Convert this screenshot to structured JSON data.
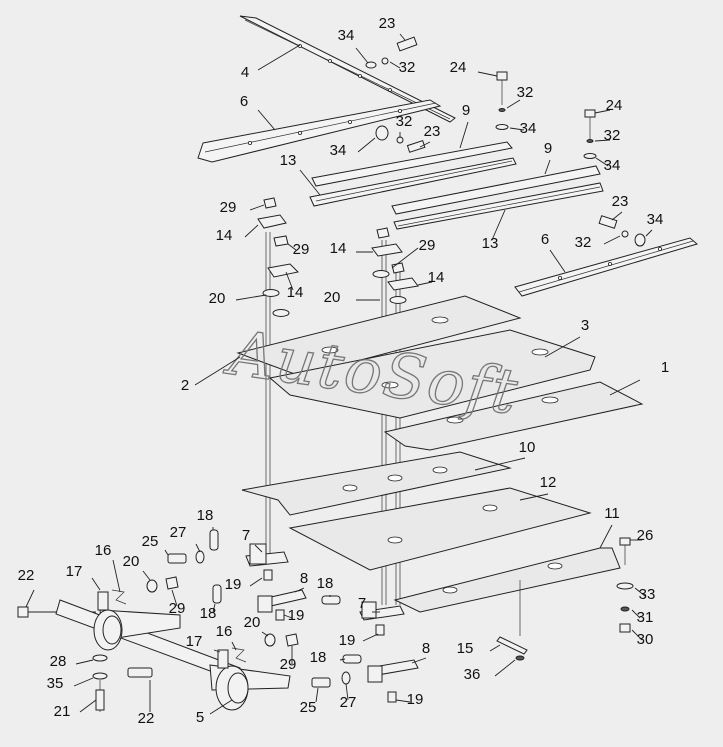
{
  "watermark": "AutoSoft",
  "labels": [
    {
      "id": "l1",
      "text": "1"
    },
    {
      "id": "l2",
      "text": "2"
    },
    {
      "id": "l3",
      "text": "3"
    },
    {
      "id": "l4",
      "text": "4"
    },
    {
      "id": "l5",
      "text": "5"
    },
    {
      "id": "l6a",
      "text": "6"
    },
    {
      "id": "l6b",
      "text": "6"
    },
    {
      "id": "l7a",
      "text": "7"
    },
    {
      "id": "l7b",
      "text": "7"
    },
    {
      "id": "l8a",
      "text": "8"
    },
    {
      "id": "l8b",
      "text": "8"
    },
    {
      "id": "l9a",
      "text": "9"
    },
    {
      "id": "l9b",
      "text": "9"
    },
    {
      "id": "l10",
      "text": "10"
    },
    {
      "id": "l11",
      "text": "11"
    },
    {
      "id": "l12",
      "text": "12"
    },
    {
      "id": "l13a",
      "text": "13"
    },
    {
      "id": "l13b",
      "text": "13"
    },
    {
      "id": "l14a",
      "text": "14"
    },
    {
      "id": "l14b",
      "text": "14"
    },
    {
      "id": "l14c",
      "text": "14"
    },
    {
      "id": "l14d",
      "text": "14"
    },
    {
      "id": "l15",
      "text": "15"
    },
    {
      "id": "l16a",
      "text": "16"
    },
    {
      "id": "l16b",
      "text": "16"
    },
    {
      "id": "l17a",
      "text": "17"
    },
    {
      "id": "l17b",
      "text": "17"
    },
    {
      "id": "l18a",
      "text": "18"
    },
    {
      "id": "l18b",
      "text": "18"
    },
    {
      "id": "l18c",
      "text": "18"
    },
    {
      "id": "l18d",
      "text": "18"
    },
    {
      "id": "l19a",
      "text": "19"
    },
    {
      "id": "l19b",
      "text": "19"
    },
    {
      "id": "l19c",
      "text": "19"
    },
    {
      "id": "l19d",
      "text": "19"
    },
    {
      "id": "l20a",
      "text": "20"
    },
    {
      "id": "l20b",
      "text": "20"
    },
    {
      "id": "l20c",
      "text": "20"
    },
    {
      "id": "l20d",
      "text": "20"
    },
    {
      "id": "l21",
      "text": "21"
    },
    {
      "id": "l22a",
      "text": "22"
    },
    {
      "id": "l22b",
      "text": "22"
    },
    {
      "id": "l23a",
      "text": "23"
    },
    {
      "id": "l23b",
      "text": "23"
    },
    {
      "id": "l23c",
      "text": "23"
    },
    {
      "id": "l24a",
      "text": "24"
    },
    {
      "id": "l24b",
      "text": "24"
    },
    {
      "id": "l25a",
      "text": "25"
    },
    {
      "id": "l25b",
      "text": "25"
    },
    {
      "id": "l26",
      "text": "26"
    },
    {
      "id": "l27a",
      "text": "27"
    },
    {
      "id": "l27b",
      "text": "27"
    },
    {
      "id": "l28",
      "text": "28"
    },
    {
      "id": "l29a",
      "text": "29"
    },
    {
      "id": "l29b",
      "text": "29"
    },
    {
      "id": "l29c",
      "text": "29"
    },
    {
      "id": "l29d",
      "text": "29"
    },
    {
      "id": "l29e",
      "text": "29"
    },
    {
      "id": "l30",
      "text": "30"
    },
    {
      "id": "l31",
      "text": "31"
    },
    {
      "id": "l32a",
      "text": "32"
    },
    {
      "id": "l32b",
      "text": "32"
    },
    {
      "id": "l32c",
      "text": "32"
    },
    {
      "id": "l32d",
      "text": "32"
    },
    {
      "id": "l32e",
      "text": "32"
    },
    {
      "id": "l33",
      "text": "33"
    },
    {
      "id": "l34a",
      "text": "34"
    },
    {
      "id": "l34b",
      "text": "34"
    },
    {
      "id": "l34c",
      "text": "34"
    },
    {
      "id": "l34d",
      "text": "34"
    },
    {
      "id": "l34e",
      "text": "34"
    },
    {
      "id": "l35",
      "text": "35"
    },
    {
      "id": "l36",
      "text": "36"
    }
  ]
}
